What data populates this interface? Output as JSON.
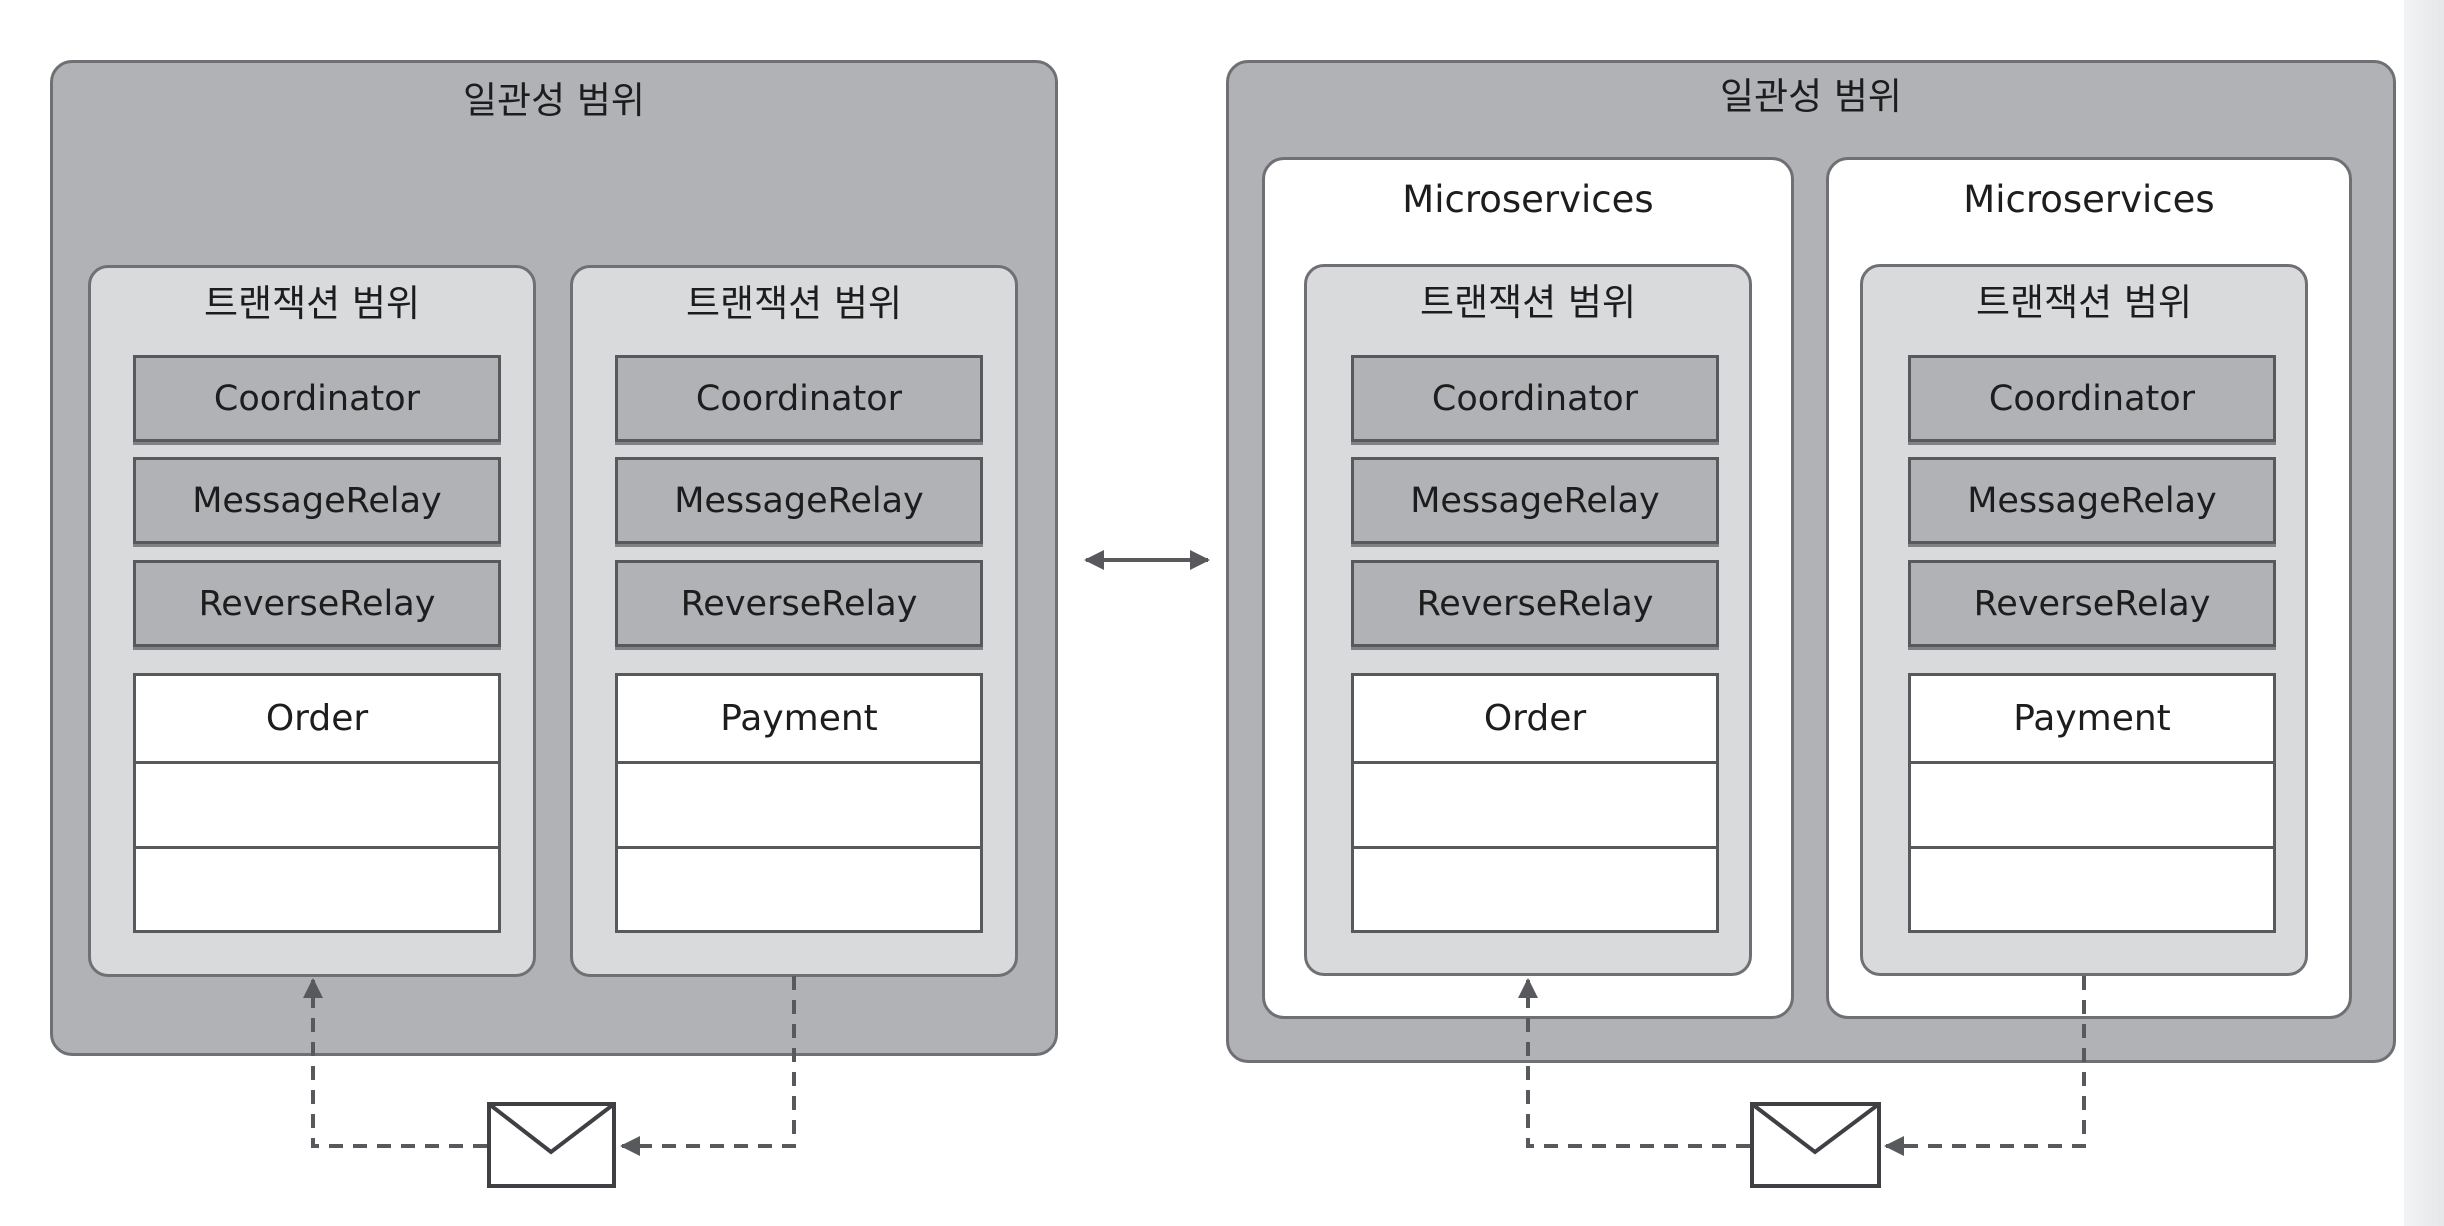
{
  "left": {
    "scope_title": "일관성 범위",
    "columns": [
      {
        "tx_title": "트랜잭션 범위",
        "components": [
          "Coordinator",
          "MessageRelay",
          "ReverseRelay"
        ],
        "entity": "Order"
      },
      {
        "tx_title": "트랜잭션 범위",
        "components": [
          "Coordinator",
          "MessageRelay",
          "ReverseRelay"
        ],
        "entity": "Payment"
      }
    ]
  },
  "right": {
    "scope_title": "일관성 범위",
    "services": [
      {
        "title": "Microservices",
        "tx_title": "트랜잭션 범위",
        "components": [
          "Coordinator",
          "MessageRelay",
          "ReverseRelay"
        ],
        "entity": "Order"
      },
      {
        "title": "Microservices",
        "tx_title": "트랜잭션 범위",
        "components": [
          "Coordinator",
          "MessageRelay",
          "ReverseRelay"
        ],
        "entity": "Payment"
      }
    ]
  },
  "icons": {
    "message": "envelope-icon",
    "comparison": "double-arrow-icon"
  },
  "colors": {
    "scope_fill": "#b1b2b5",
    "transaction_fill": "#d9dadc",
    "border": "#6f7074",
    "arrow": "#58595c"
  }
}
